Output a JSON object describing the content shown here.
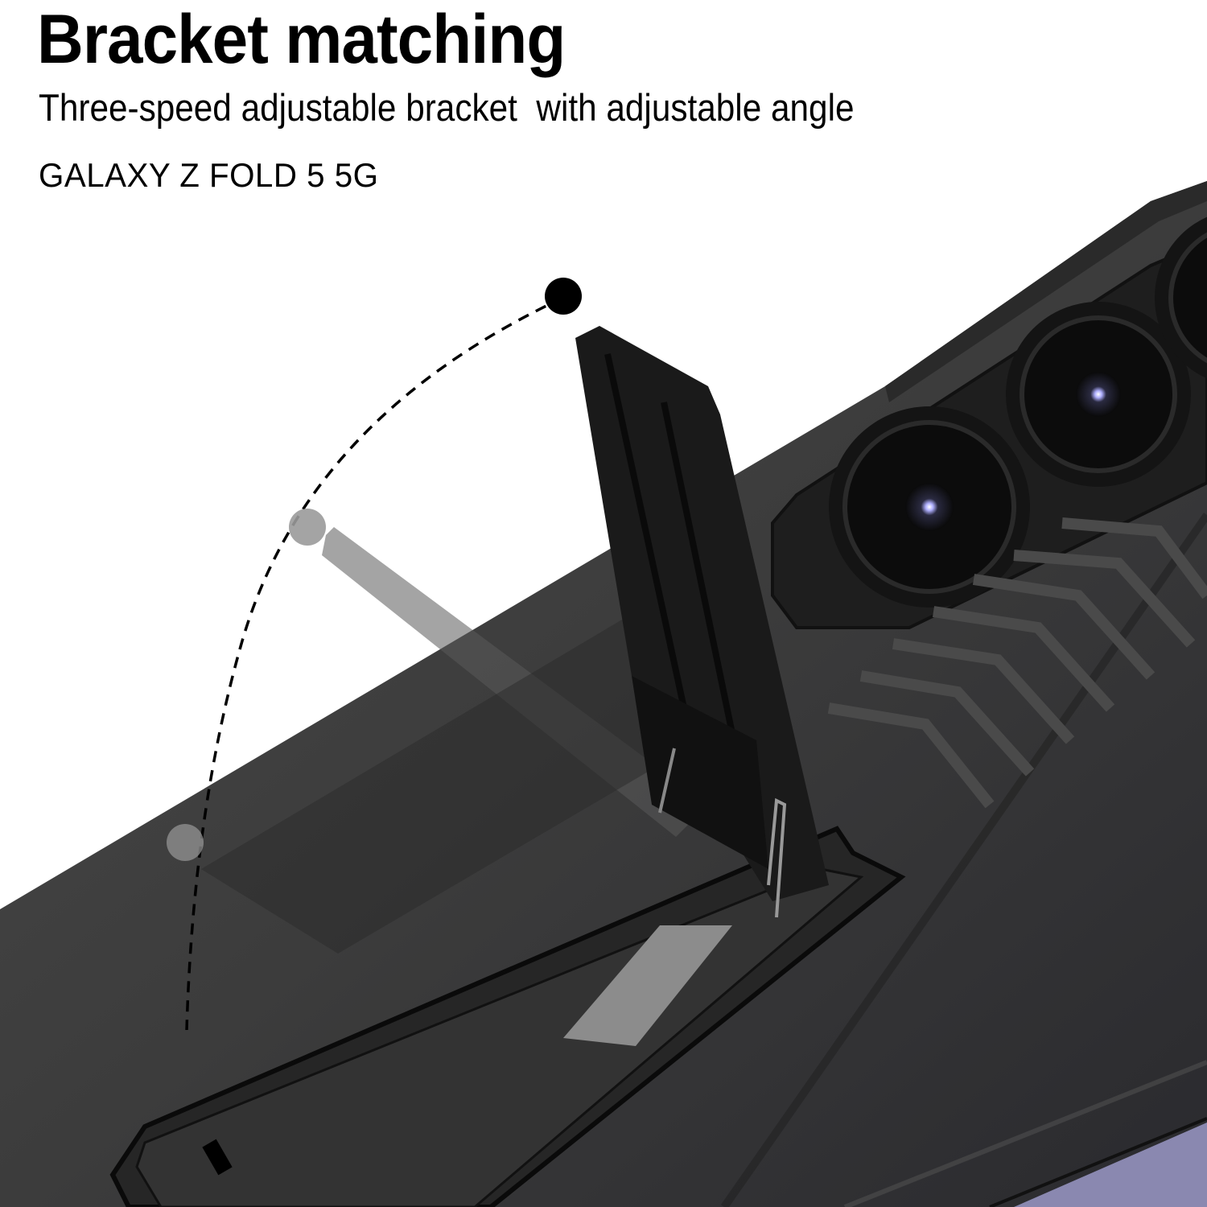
{
  "header": {
    "title": "Bracket matching",
    "subtitle": "Three-speed adjustable bracket  with adjustable angle",
    "model": "GALAXY Z FOLD 5 5G"
  },
  "illustration": {
    "subject": "phone case with kickstand",
    "positions": [
      {
        "name": "upright",
        "marker": "black-dot"
      },
      {
        "name": "middle",
        "marker": "gray-dot"
      },
      {
        "name": "low",
        "marker": "gray-dot"
      }
    ],
    "camera_lenses": 3,
    "colors": {
      "case": "#3a3a3a",
      "case_dark": "#1c1c1c",
      "bracket": "#1a1a1a",
      "lens_glow": "#c8c8ff",
      "marker_black": "#000000",
      "marker_gray": "#9a9a9a",
      "phone_edge": "#8a88b0"
    }
  }
}
